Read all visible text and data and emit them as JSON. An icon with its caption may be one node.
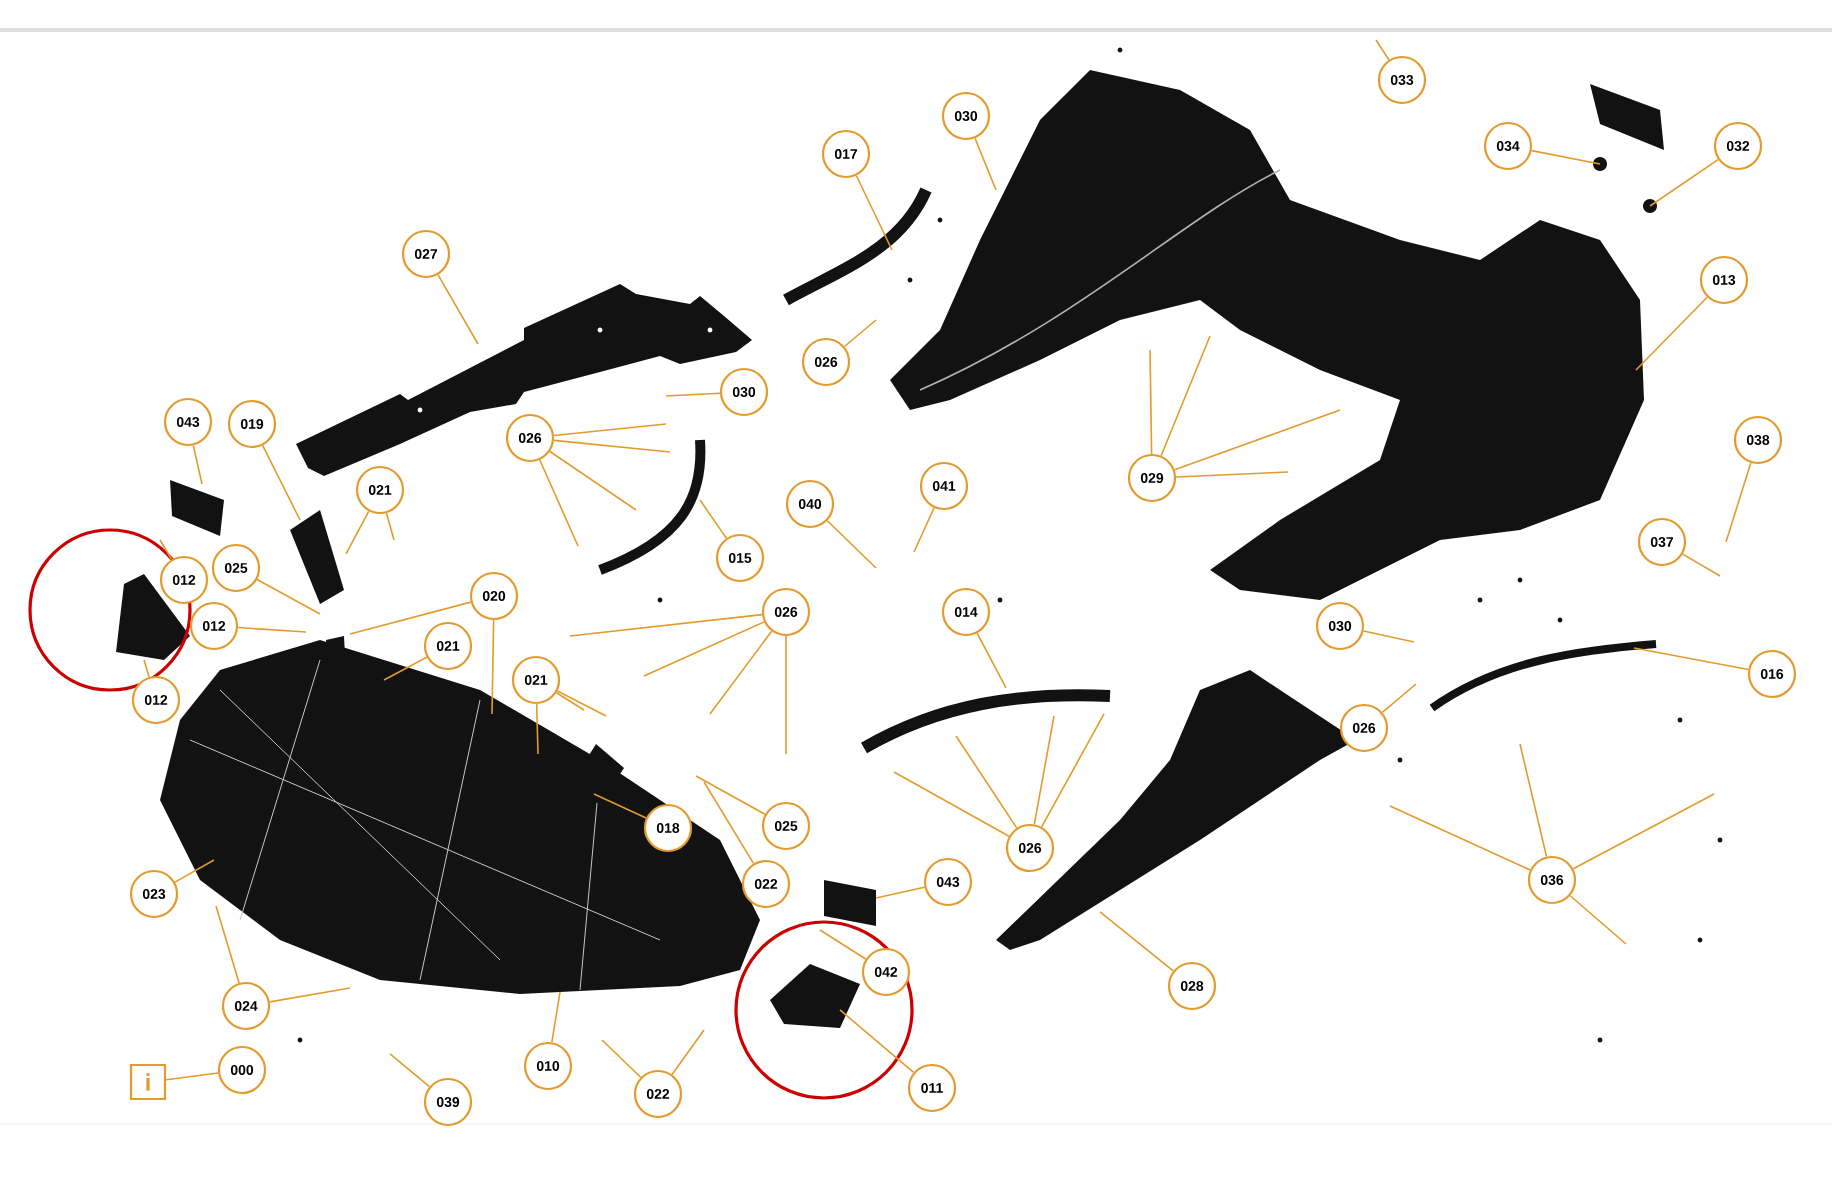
{
  "diagram": {
    "nodes": [
      {
        "text": [
          "033"
        ]
      },
      {
        "text": [
          "034"
        ]
      },
      {
        "text": [
          "032"
        ]
      },
      {
        "text": [
          "013"
        ]
      },
      {
        "text": [
          "030"
        ]
      },
      {
        "text": [
          "017"
        ]
      },
      {
        "text": [
          "026"
        ]
      },
      {
        "text": [
          "027"
        ]
      },
      {
        "text": [
          "030"
        ]
      },
      {
        "text": [
          "026"
        ]
      },
      {
        "text": [
          "015"
        ]
      },
      {
        "text": [
          "040"
        ]
      },
      {
        "text": [
          "041"
        ]
      },
      {
        "text": [
          "029"
        ]
      },
      {
        "text": [
          "038"
        ]
      },
      {
        "text": [
          "037"
        ]
      },
      {
        "text": [
          "043"
        ]
      },
      {
        "text": [
          "019"
        ]
      },
      {
        "text": [
          "021"
        ]
      },
      {
        "text": [
          "025"
        ]
      },
      {
        "text": [
          "012"
        ]
      },
      {
        "text": [
          "012"
        ]
      },
      {
        "text": [
          "012"
        ]
      },
      {
        "text": [
          "020"
        ]
      },
      {
        "text": [
          "021"
        ]
      },
      {
        "text": [
          "021"
        ]
      },
      {
        "text": [
          "026"
        ]
      },
      {
        "text": [
          "018"
        ]
      },
      {
        "text": [
          "025"
        ]
      },
      {
        "text": [
          "022"
        ]
      },
      {
        "text": [
          "023"
        ]
      },
      {
        "text": [
          "024"
        ]
      },
      {
        "text": [
          "010"
        ]
      },
      {
        "text": [
          "039"
        ]
      },
      {
        "text": [
          "022"
        ]
      },
      {
        "text": [
          "000"
        ]
      },
      {
        "text": [
          "i"
        ]
      },
      {
        "text": [
          "043"
        ]
      },
      {
        "text": [
          "042"
        ]
      },
      {
        "text": [
          "011"
        ]
      },
      {
        "text": [
          "014"
        ]
      },
      {
        "text": [
          "026"
        ]
      },
      {
        "text": [
          "030"
        ]
      },
      {
        "text": [
          "026"
        ]
      },
      {
        "text": [
          "016"
        ]
      },
      {
        "text": [
          "028"
        ]
      },
      {
        "text": [
          "036"
        ]
      }
    ],
    "edges": [
      {
        "from": 0,
        "to": null,
        "arrow": "none"
      },
      {
        "from": 1,
        "to": null,
        "arrow": "none"
      },
      {
        "from": 2,
        "to": null,
        "arrow": "none"
      },
      {
        "from": 3,
        "to": null,
        "arrow": "none"
      },
      {
        "from": 4,
        "to": null,
        "arrow": "none"
      },
      {
        "from": 5,
        "to": null,
        "arrow": "none"
      },
      {
        "from": 6,
        "to": null,
        "arrow": "none"
      },
      {
        "from": 7,
        "to": null,
        "arrow": "none"
      },
      {
        "from": 8,
        "to": null,
        "arrow": "none"
      },
      {
        "from": 9,
        "to": null,
        "arrow": "none"
      },
      {
        "from": 9,
        "to": null,
        "arrow": "none"
      },
      {
        "from": 9,
        "to": null,
        "arrow": "none"
      },
      {
        "from": 9,
        "to": null,
        "arrow": "none"
      },
      {
        "from": 10,
        "to": null,
        "arrow": "none"
      },
      {
        "from": 11,
        "to": null,
        "arrow": "none"
      },
      {
        "from": 12,
        "to": null,
        "arrow": "none"
      },
      {
        "from": 13,
        "to": null,
        "arrow": "none"
      },
      {
        "from": 13,
        "to": null,
        "arrow": "none"
      },
      {
        "from": 13,
        "to": null,
        "arrow": "none"
      },
      {
        "from": 13,
        "to": null,
        "arrow": "none"
      },
      {
        "from": 14,
        "to": null,
        "arrow": "none"
      },
      {
        "from": 15,
        "to": null,
        "arrow": "none"
      },
      {
        "from": 16,
        "to": null,
        "arrow": "none"
      },
      {
        "from": 17,
        "to": null,
        "arrow": "none"
      },
      {
        "from": 18,
        "to": null,
        "arrow": "none"
      },
      {
        "from": 18,
        "to": null,
        "arrow": "none"
      },
      {
        "from": 19,
        "to": null,
        "arrow": "none"
      },
      {
        "from": 20,
        "to": null,
        "arrow": "none"
      },
      {
        "from": 21,
        "to": null,
        "arrow": "none"
      },
      {
        "from": 22,
        "to": null,
        "arrow": "none"
      },
      {
        "from": 23,
        "to": null,
        "arrow": "none"
      },
      {
        "from": 23,
        "to": null,
        "arrow": "none"
      },
      {
        "from": 24,
        "to": null,
        "arrow": "none"
      },
      {
        "from": 25,
        "to": null,
        "arrow": "none"
      },
      {
        "from": 25,
        "to": null,
        "arrow": "none"
      },
      {
        "from": 25,
        "to": null,
        "arrow": "none"
      },
      {
        "from": 26,
        "to": null,
        "arrow": "none"
      },
      {
        "from": 26,
        "to": null,
        "arrow": "none"
      },
      {
        "from": 26,
        "to": null,
        "arrow": "none"
      },
      {
        "from": 26,
        "to": null,
        "arrow": "none"
      },
      {
        "from": 27,
        "to": null,
        "arrow": "none"
      },
      {
        "from": 28,
        "to": null,
        "arrow": "none"
      },
      {
        "from": 29,
        "to": null,
        "arrow": "none"
      },
      {
        "from": 30,
        "to": null,
        "arrow": "none"
      },
      {
        "from": 31,
        "to": null,
        "arrow": "none"
      },
      {
        "from": 31,
        "to": null,
        "arrow": "none"
      },
      {
        "from": 32,
        "to": null,
        "arrow": "none"
      },
      {
        "from": 33,
        "to": null,
        "arrow": "none"
      },
      {
        "from": 34,
        "to": null,
        "arrow": "none"
      },
      {
        "from": 34,
        "to": null,
        "arrow": "none"
      },
      {
        "from": 35,
        "to": 36,
        "arrow": "none"
      },
      {
        "from": 37,
        "to": null,
        "arrow": "none"
      },
      {
        "from": 38,
        "to": null,
        "arrow": "none"
      },
      {
        "from": 39,
        "to": null,
        "arrow": "none"
      },
      {
        "from": 40,
        "to": null,
        "arrow": "none"
      },
      {
        "from": 41,
        "to": null,
        "arrow": "none"
      },
      {
        "from": 41,
        "to": null,
        "arrow": "none"
      },
      {
        "from": 41,
        "to": null,
        "arrow": "none"
      },
      {
        "from": 41,
        "to": null,
        "arrow": "none"
      },
      {
        "from": 42,
        "to": null,
        "arrow": "none"
      },
      {
        "from": 43,
        "to": null,
        "arrow": "none"
      },
      {
        "from": 44,
        "to": null,
        "arrow": "none"
      },
      {
        "from": 45,
        "to": null,
        "arrow": "none"
      },
      {
        "from": 46,
        "to": null,
        "arrow": "none"
      },
      {
        "from": 46,
        "to": null,
        "arrow": "none"
      },
      {
        "from": 46,
        "to": null,
        "arrow": "none"
      },
      {
        "from": 46,
        "to": null,
        "arrow": "none"
      }
    ]
  }
}
